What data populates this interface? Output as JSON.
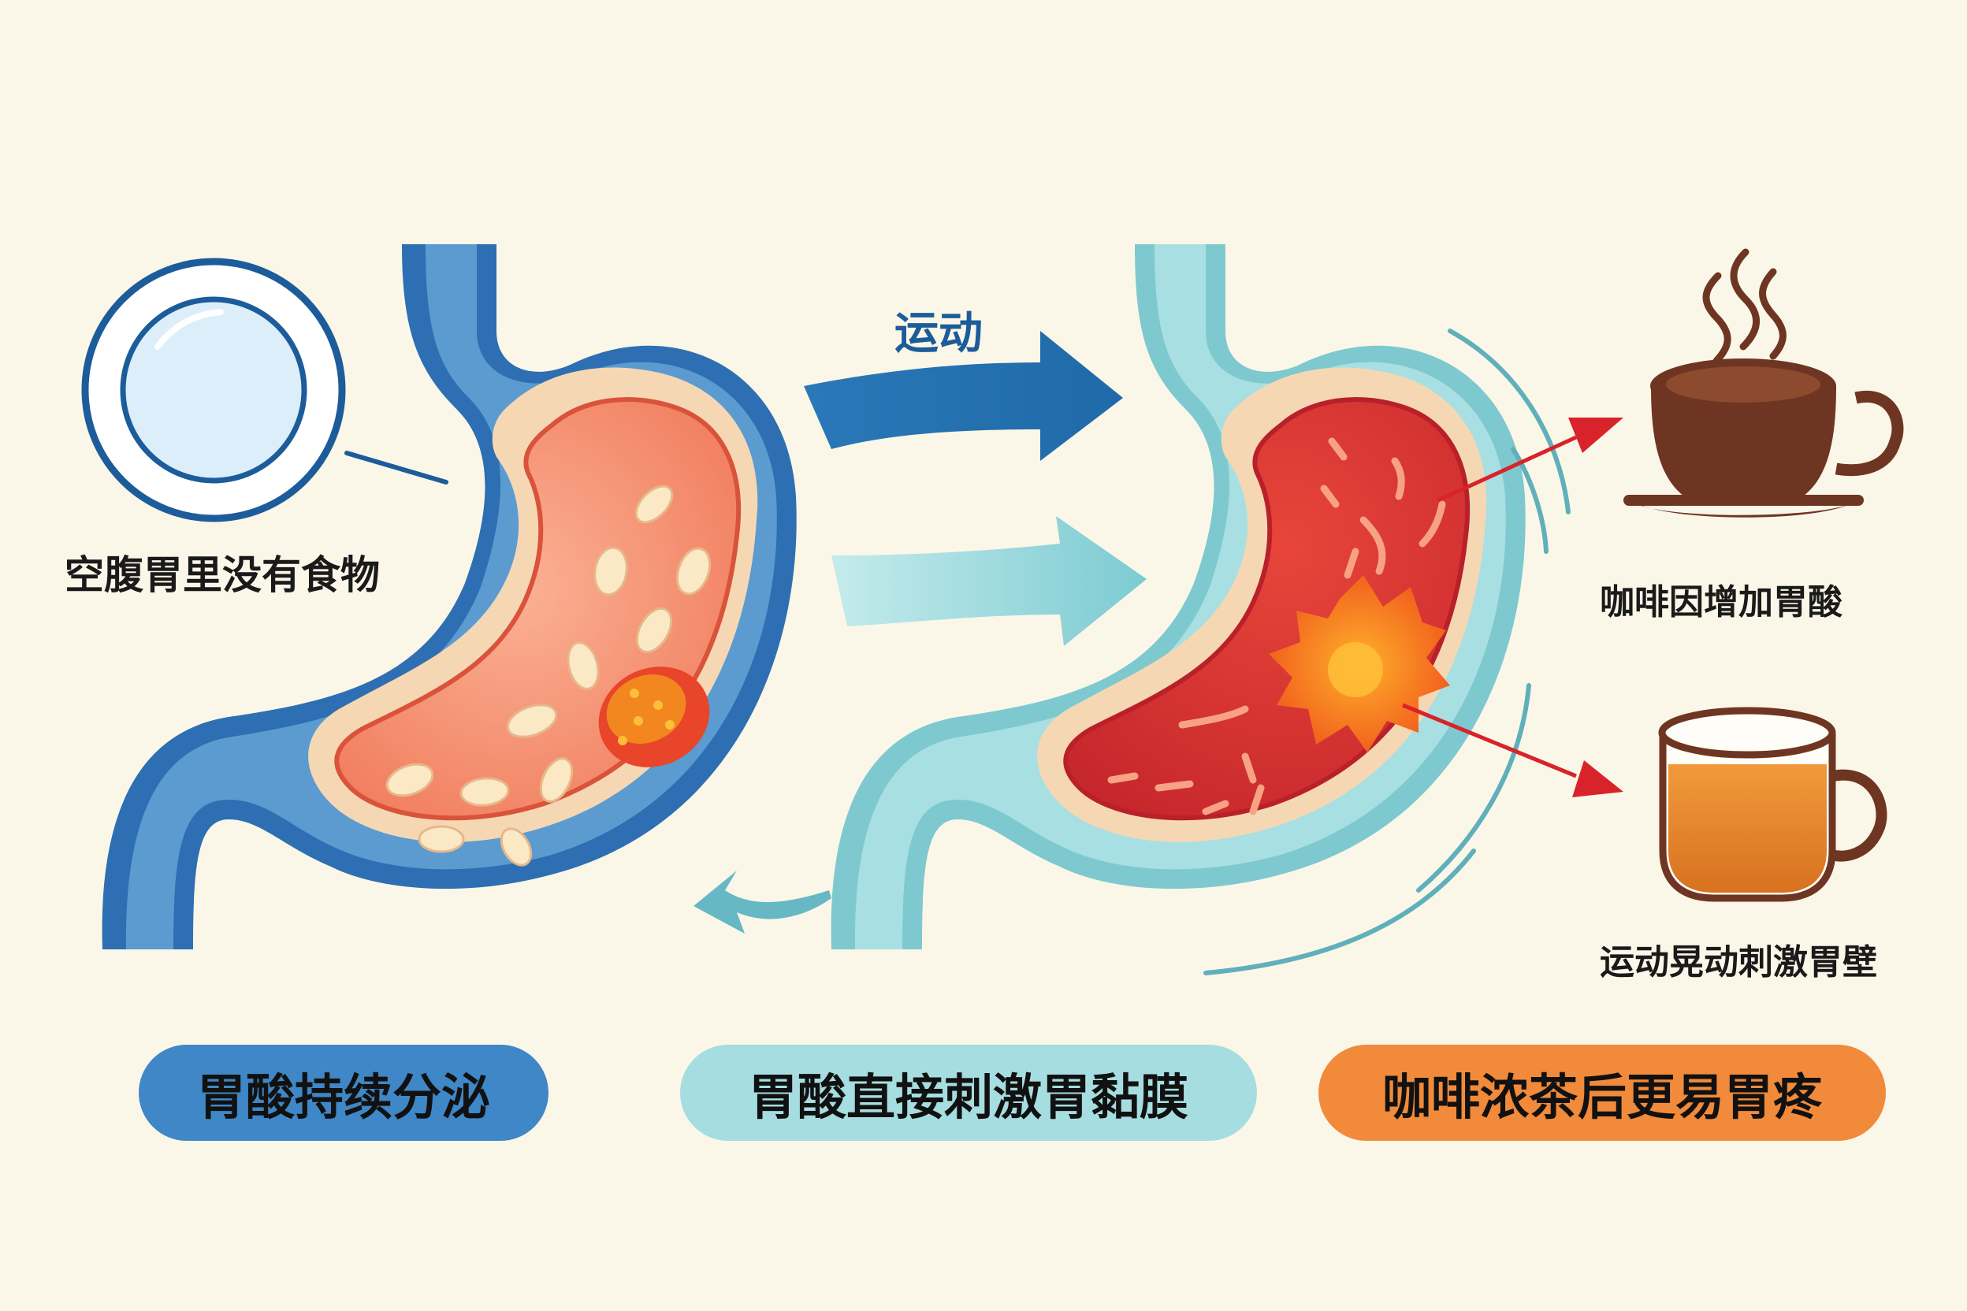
{
  "labels": {
    "empty_stomach": "空腹胃里没有食物",
    "exercise": "运动",
    "coffee_note": "咖啡因增加胃酸",
    "motion_note": "运动晃动刺激胃壁"
  },
  "pills": {
    "acid_secretion": "胃酸持续分泌",
    "acid_irritation": "胃酸直接刺激胃黏膜",
    "coffee_tea": "咖啡浓茶后更易胃疼"
  },
  "colors": {
    "background": "#fbf7e8",
    "stomach_left_outer": "#2d6fb2",
    "stomach_right_outer": "#7ec9cf",
    "lining": "#f6d7b4",
    "pill_blue": "#3f87c6",
    "pill_teal": "#a6dde0",
    "pill_orange": "#f18a3a",
    "arrow_red": "#d8232a"
  },
  "icons": [
    "empty-plate-icon",
    "stomach-with-food-icon",
    "irritated-stomach-icon",
    "coffee-cup-icon",
    "tea-cup-icon",
    "flow-arrow-icon"
  ]
}
